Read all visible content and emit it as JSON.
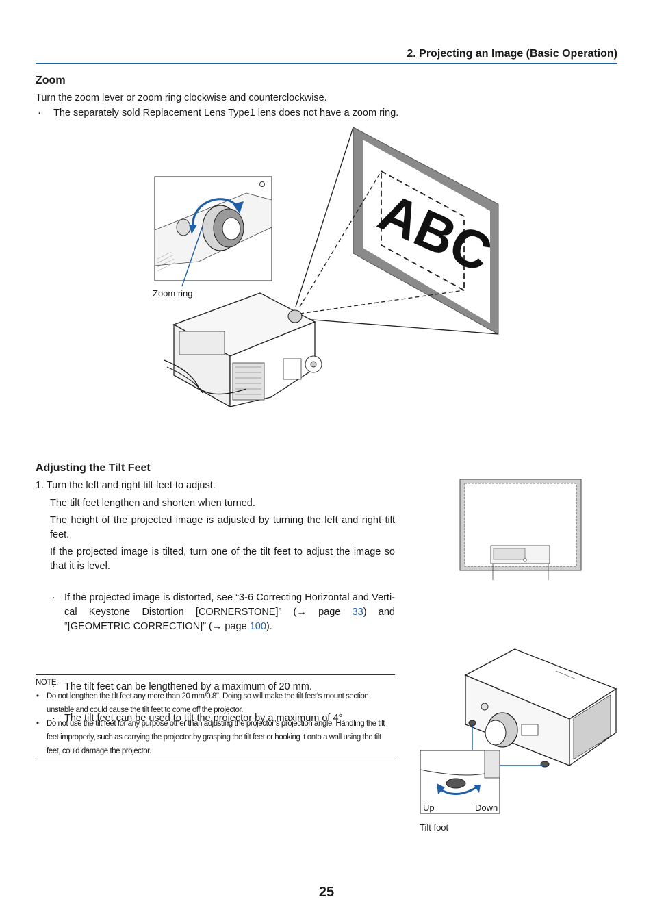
{
  "header": {
    "section_title": "2. Projecting an Image (Basic Operation)"
  },
  "zoom": {
    "heading": "Zoom",
    "intro": "Turn the zoom lever or zoom ring clockwise and counterclockwise.",
    "bullet": "The separately sold Replacement Lens Type1 lens does not have a zoom ring.",
    "figure_label": "Zoom ring",
    "screen_text": "ABC"
  },
  "tilt": {
    "heading": "Adjusting the Tilt Feet",
    "step1": "1.  Turn the left and right tilt feet to adjust.",
    "p1": "The tilt feet lengthen and shorten when turned.",
    "p2": "The height of the projected image is adjusted by turning the left and right tilt feet.",
    "p3": "If the projected image is tilted, turn one of the tilt feet to adjust the image so that it is level.",
    "b1_pre": "If the projected image is distorted, see “3-6 Correcting Horizontal and Verti-cal Keystone Distortion [CORNERSTONE]” (→ page ",
    "b1_link1": "33",
    "b1_mid": ") and “[GEOMETRIC CORRECTION]” (→ page ",
    "b1_link2": "100",
    "b1_post": ").",
    "b2": "The tilt feet can be lengthened by a maximum of 20 mm.",
    "b3": "The tilt feet can be used to tilt the projector by a maximum of 4°.",
    "label_up": "Up",
    "label_down": "Down",
    "label_tilt_foot": "Tilt foot"
  },
  "note": {
    "label": "NOTE:",
    "n1": "Do not lengthen the tilt feet any more than 20 mm/0.8\". Doing so will make the tilt feet’s mount section unstable and could cause the tilt feet to come off the projector.",
    "n2": "Do not use the tilt feet for any purpose other than adjusting the projector’s projection angle. Handling the tilt feet improperly, such as carrying the projector by grasping the tilt feet or hooking it onto a wall using the tilt feet, could damage the projector."
  },
  "page_number": "25",
  "colors": {
    "accent": "#1f5fa8"
  }
}
